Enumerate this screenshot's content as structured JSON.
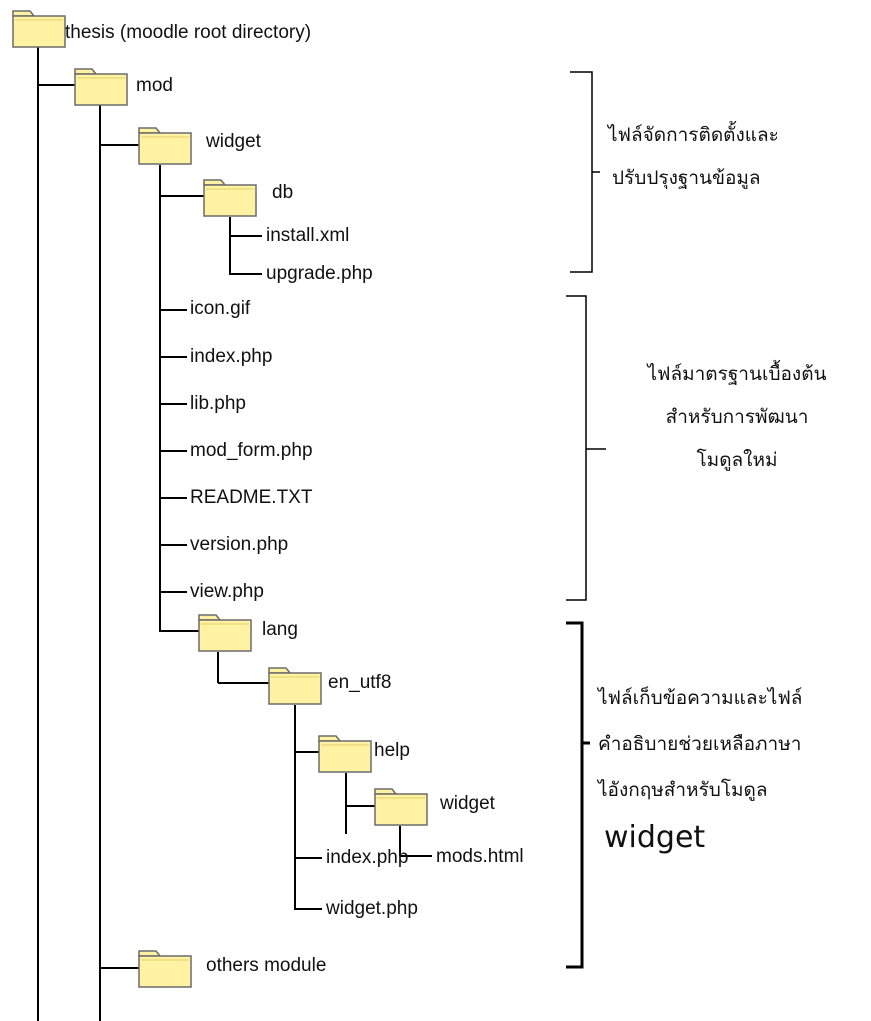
{
  "tree": {
    "root": "thesis (moodle root directory)",
    "mod": "mod",
    "widget": "widget",
    "db": "db",
    "install_xml": "install.xml",
    "upgrade_php": "upgrade.php",
    "icon_gif": "icon.gif",
    "index_php": "index.php",
    "lib_php": "lib.php",
    "mod_form_php": "mod_form.php",
    "readme_txt": "README.TXT",
    "version_php": "version.php",
    "view_php": "view.php",
    "lang": "lang",
    "en_utf8": "en_utf8",
    "help": "help",
    "help_widget": "widget",
    "mods_html": "mods.html",
    "lang_index_php": "index.php",
    "widget_php": "widget.php",
    "others_module": "others module"
  },
  "notes": {
    "install_line1": "ไฟล์จัดการติดตั้งและ",
    "install_line2": "ปรับปรุงฐานข้อมูล",
    "standard_line1": "ไฟล์มาตรฐานเบื้องต้น",
    "standard_line2": "สำหรับการพัฒนา",
    "standard_line3": "โมดูลใหม่",
    "lang_line1": "ไฟล์เก็บข้อความและไฟล์",
    "lang_line2": "คำอธิบายช่วยเหลือภาษา",
    "lang_line3": "ไอังกฤษสำหรับโมดูล",
    "lang_line4": "widget"
  },
  "colors": {
    "folder_fill": "#fff3a3",
    "folder_stroke": "#6b6b6b",
    "line": "#000000"
  }
}
